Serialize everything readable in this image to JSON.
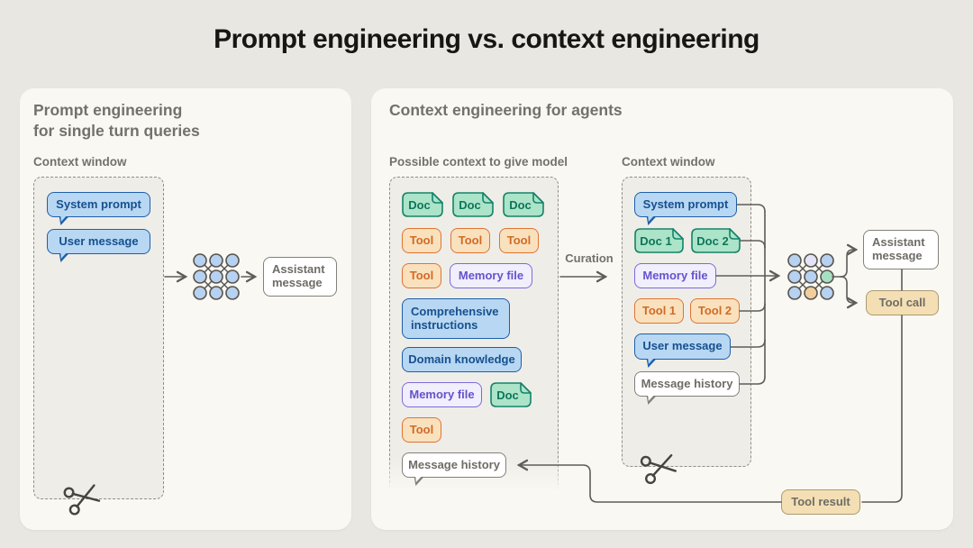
{
  "title": "Prompt engineering vs. context engineering",
  "left_panel": {
    "heading_line1": "Prompt engineering",
    "heading_line2": "for single turn queries",
    "context_window_label": "Context window",
    "system_prompt": "System prompt",
    "user_message": "User message",
    "assistant_message": "Assistant message"
  },
  "right_panel": {
    "heading": "Context engineering for agents",
    "possible_context_label": "Possible context to give model",
    "context_window_label": "Context window",
    "curation_label": "Curation",
    "possible_context": {
      "docs_row": [
        "Doc",
        "Doc",
        "Doc"
      ],
      "tools_row": [
        "Tool",
        "Tool",
        "Tool"
      ],
      "tool4": "Tool",
      "memory_file1": "Memory file",
      "comprehensive_instructions": "Comprehensive instructions",
      "domain_knowledge": "Domain knowledge",
      "memory_file2": "Memory file",
      "doc4": "Doc",
      "tool5": "Tool",
      "message_history": "Message history"
    },
    "context_window": {
      "system_prompt": "System prompt",
      "doc1": "Doc 1",
      "doc2": "Doc 2",
      "memory_file": "Memory file",
      "tool1": "Tool 1",
      "tool2": "Tool 2",
      "user_message": "User message",
      "message_history": "Message history"
    },
    "outputs": {
      "assistant_message": "Assistant message",
      "tool_call": "Tool call",
      "tool_result": "Tool result"
    }
  },
  "icons": [
    "neural-network-icon",
    "scissors-icon"
  ],
  "colors": {
    "background": "#E9E7E1",
    "panel": "#FAF8F3",
    "blue_fill": "#B7D7F3",
    "blue_stroke": "#1E5FA9",
    "green_fill": "#ABE4C9",
    "green_stroke": "#15836A",
    "orange_fill": "#FAE1BE",
    "orange_stroke": "#DD7433",
    "purple_fill": "#F1EEFD",
    "purple_stroke": "#7D6ADA",
    "tan_fill": "#F4DFB4",
    "gray_text": "#6E6C66",
    "line": "#5E5C56"
  }
}
